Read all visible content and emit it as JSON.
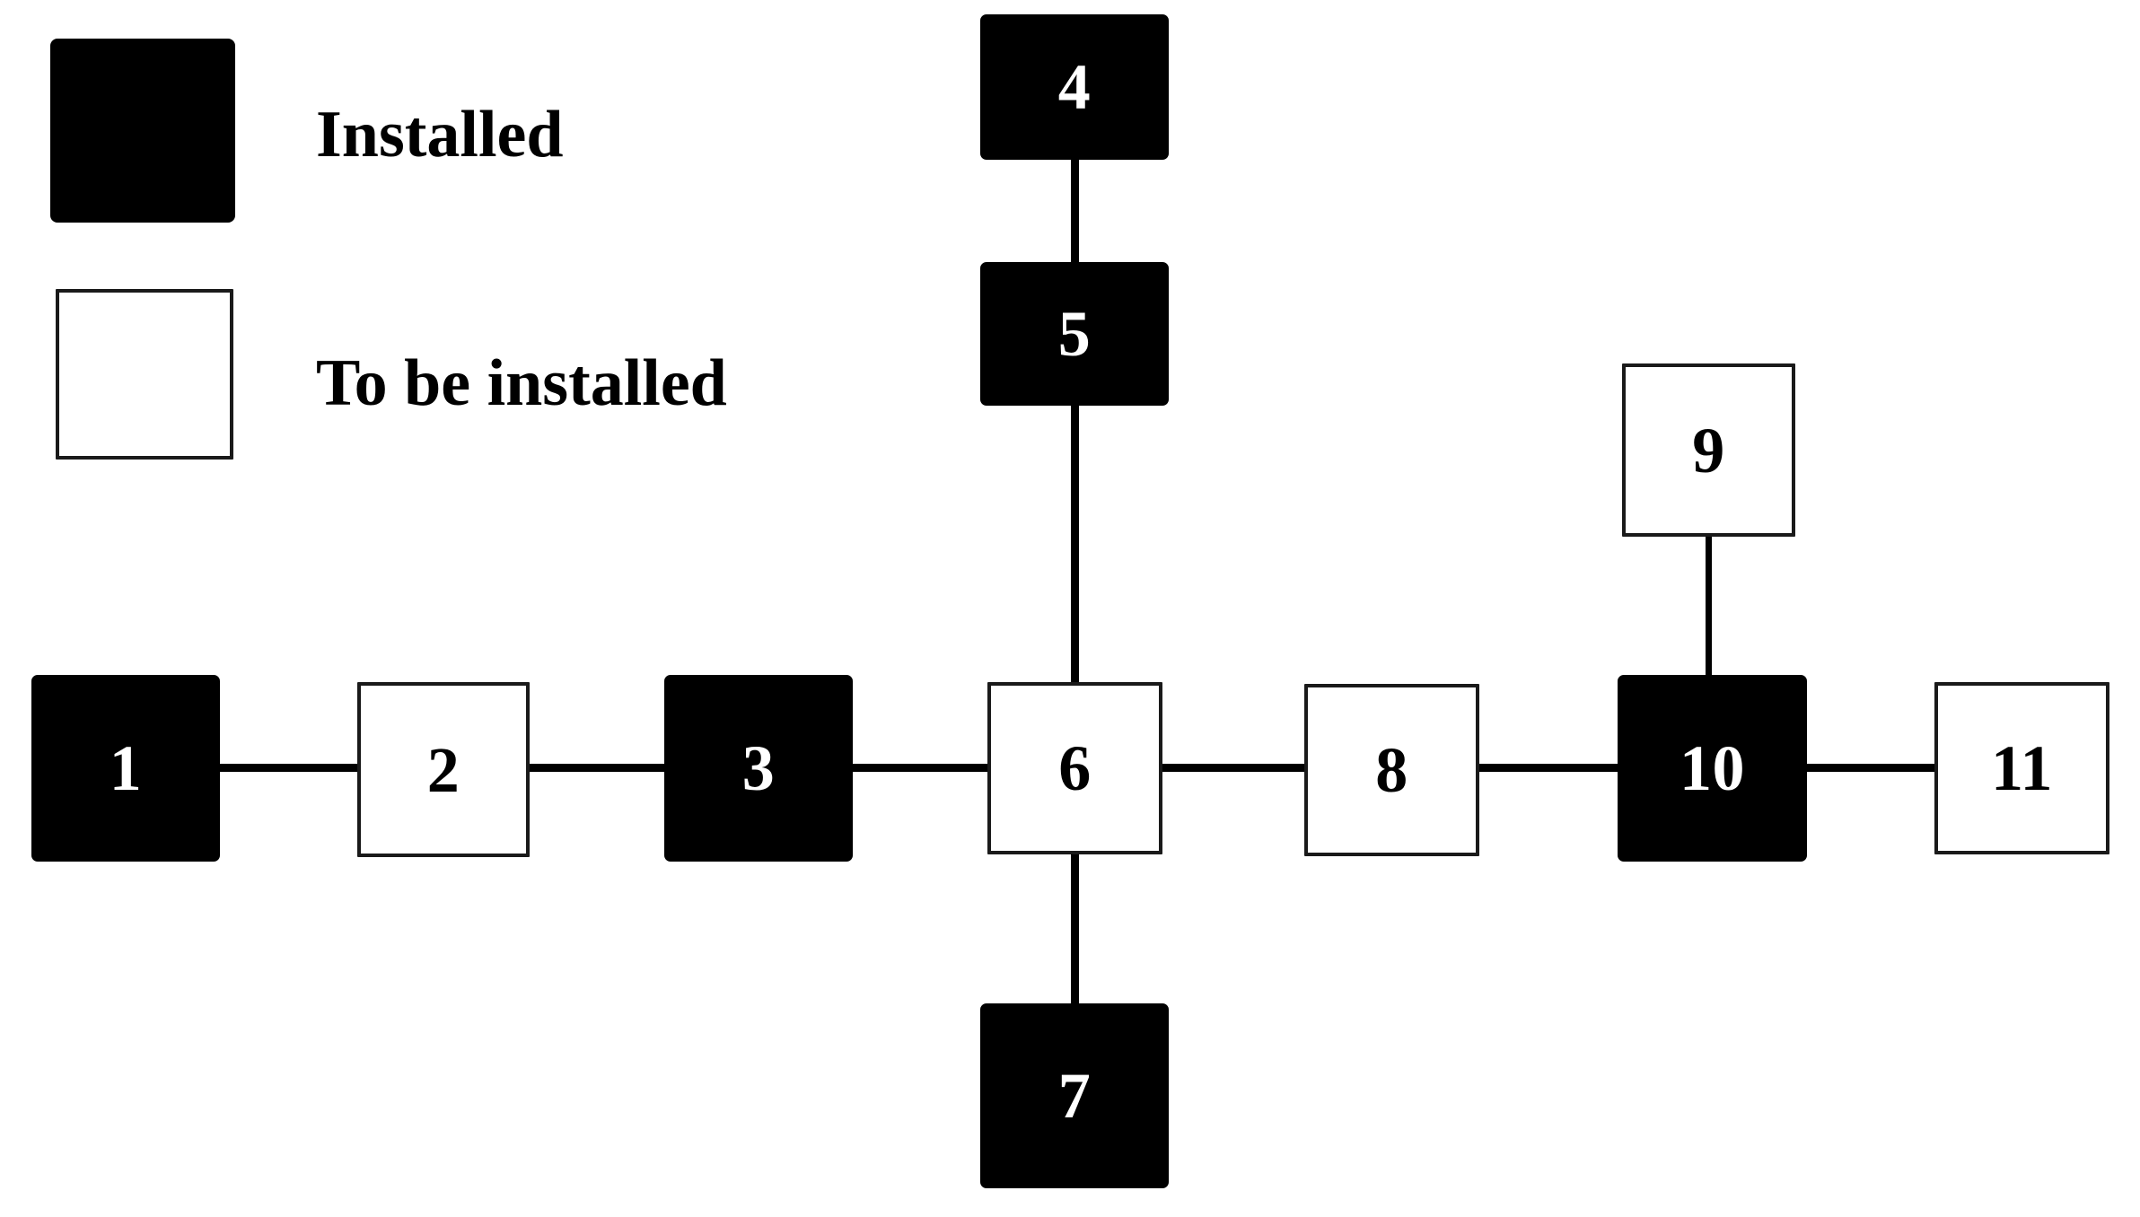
{
  "diagram": {
    "type": "network-node-link",
    "title": "",
    "background_color": "#ffffff",
    "stroke_color": "#000000",
    "installed_fill": "#000000",
    "installed_text_color": "#ffffff",
    "tobe_fill": "#ffffff",
    "tobe_text_color": "#000000"
  },
  "legend": {
    "items": [
      {
        "key": "installed",
        "label": "Installed",
        "fill": "#000000",
        "state": "installed"
      },
      {
        "key": "tobe",
        "label": "To be installed",
        "fill": "#ffffff",
        "state": "to-be-installed"
      }
    ]
  },
  "nodes": [
    {
      "id": "1",
      "label": "1",
      "state": "installed"
    },
    {
      "id": "2",
      "label": "2",
      "state": "to-be-installed"
    },
    {
      "id": "3",
      "label": "3",
      "state": "installed"
    },
    {
      "id": "4",
      "label": "4",
      "state": "installed"
    },
    {
      "id": "5",
      "label": "5",
      "state": "installed"
    },
    {
      "id": "6",
      "label": "6",
      "state": "to-be-installed"
    },
    {
      "id": "7",
      "label": "7",
      "state": "installed"
    },
    {
      "id": "8",
      "label": "8",
      "state": "to-be-installed"
    },
    {
      "id": "9",
      "label": "9",
      "state": "to-be-installed"
    },
    {
      "id": "10",
      "label": "10",
      "state": "installed"
    },
    {
      "id": "11",
      "label": "11",
      "state": "to-be-installed"
    }
  ],
  "edges": [
    {
      "from": "1",
      "to": "2",
      "orientation": "horizontal"
    },
    {
      "from": "2",
      "to": "3",
      "orientation": "horizontal"
    },
    {
      "from": "3",
      "to": "6",
      "orientation": "horizontal"
    },
    {
      "from": "6",
      "to": "8",
      "orientation": "horizontal"
    },
    {
      "from": "8",
      "to": "10",
      "orientation": "horizontal"
    },
    {
      "from": "10",
      "to": "11",
      "orientation": "horizontal"
    },
    {
      "from": "4",
      "to": "5",
      "orientation": "vertical"
    },
    {
      "from": "5",
      "to": "6",
      "orientation": "vertical"
    },
    {
      "from": "6",
      "to": "7",
      "orientation": "vertical"
    },
    {
      "from": "9",
      "to": "10",
      "orientation": "vertical"
    }
  ]
}
